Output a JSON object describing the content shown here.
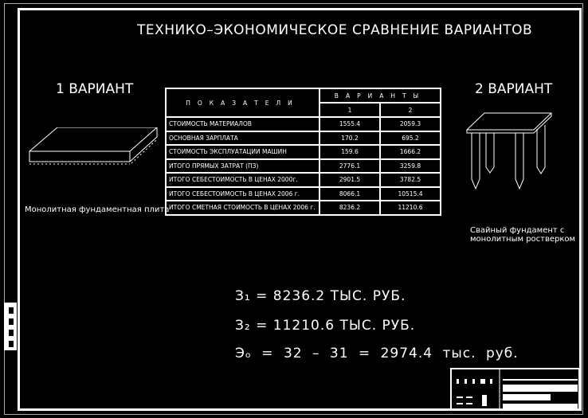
{
  "title": "ТЕХНИКО–ЭКОНОМИЧЕСКОЕ СРАВНЕНИЕ ВАРИАНТОВ",
  "variant1": {
    "label": "1 ВАРИАНТ",
    "caption": "Монолитная фундаментная плита"
  },
  "variant2": {
    "label": "2 ВАРИАНТ",
    "caption_line1": "Свайный фундамент с",
    "caption_line2": "монолитным ростверком"
  },
  "table": {
    "header_indicators": "ПОКАЗАТЕЛИ",
    "header_variants": "ВАРИАНТЫ",
    "col1": "1",
    "col2": "2",
    "rows": [
      {
        "label": "СТОИМОСТЬ МАТЕРИАЛОВ",
        "v1": "1555.4",
        "v2": "2059.3"
      },
      {
        "label": "ОСНОВНАЯ ЗАРПЛАТА",
        "v1": "170.2",
        "v2": "695.2"
      },
      {
        "label": "СТОИМОСТЬ ЭКСПЛУАТАЦИИ МАШИН",
        "v1": "159.6",
        "v2": "1666.2"
      },
      {
        "label": "ИТОГО ПРЯМЫХ ЗАТРАТ (ПЗ)",
        "v1": "2776.1",
        "v2": "3259.8"
      },
      {
        "label": "ИТОГО СЕБЕСТОИМОСТЬ В ЦЕНАХ 2000г.",
        "v1": "2901.5",
        "v2": "3782.5"
      },
      {
        "label": "ИТОГО СЕБЕСТОИМОСТЬ В ЦЕНАХ 2006 г.",
        "v1": "8066.1",
        "v2": "10515.4"
      },
      {
        "label": "ИТОГО СМЕТНАЯ СТОИМОСТЬ В ЦЕНАХ 2006 г.",
        "v1": "8236.2",
        "v2": "11210.6"
      }
    ]
  },
  "formulas": {
    "z1": "З₁ = 8236.2 ТЫС. РУБ.",
    "z2": "З₂ = 11210.6 ТЫС. РУБ.",
    "effect": "Эₒ = 32 – 31 = 2974.4 тыс. руб."
  },
  "colors": {
    "background": "#000000",
    "lines": "#ffffff"
  }
}
